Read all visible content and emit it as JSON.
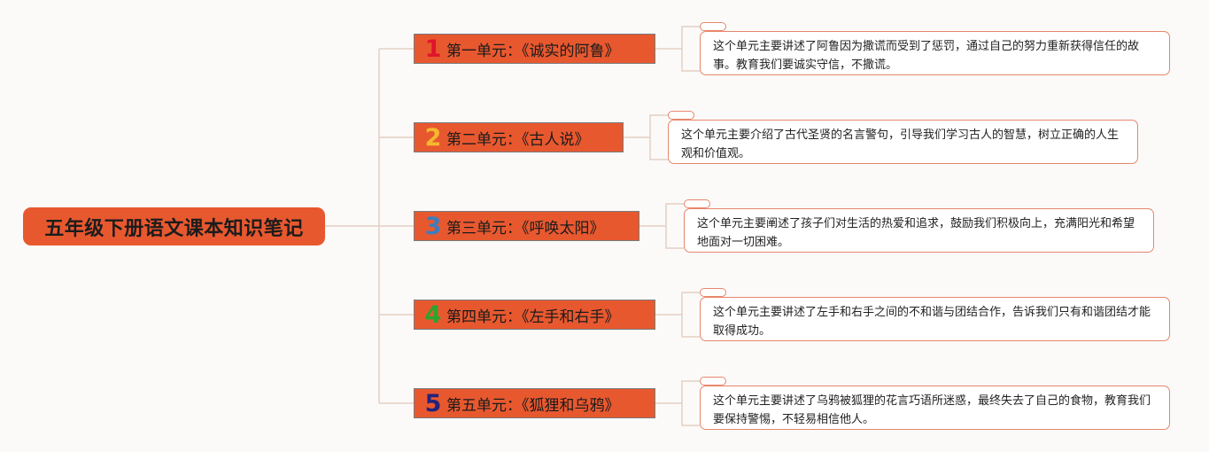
{
  "root": {
    "title": "五年级下册语文课本知识笔记"
  },
  "colors": {
    "node_fill": "#e8582f",
    "line": "#e4cfc2",
    "note_border": "#e8866c"
  },
  "units": [
    {
      "number": "1",
      "number_color": "#e0142b",
      "label": "第一单元：《诚实的阿鲁》",
      "note": "这个单元主要讲述了阿鲁因为撒谎而受到了惩罚，通过自己的努力重新获得信任的故事。教育我们要诚实守信，不撒谎。"
    },
    {
      "number": "2",
      "number_color": "#f5b82e",
      "label": "第二单元：《古人说》",
      "note": "这个单元主要介绍了古代圣贤的名言警句，引导我们学习古人的智慧，树立正确的人生观和价值观。"
    },
    {
      "number": "3",
      "number_color": "#3b7dbf",
      "label": "第三单元：《呼唤太阳》",
      "note": "这个单元主要阐述了孩子们对生活的热爱和追求，鼓励我们积极向上，充满阳光和希望地面对一切困难。"
    },
    {
      "number": "4",
      "number_color": "#2ea32e",
      "label": "第四单元：《左手和右手》",
      "note": "这个单元主要讲述了左手和右手之间的不和谐与团结合作，告诉我们只有和谐团结才能取得成功。"
    },
    {
      "number": "5",
      "number_color": "#23237a",
      "label": "第五单元：《狐狸和乌鸦》",
      "note": "这个单元主要讲述了乌鸦被狐狸的花言巧语所迷惑，最终失去了自己的食物，教育我们要保持警惕，不轻易相信他人。"
    }
  ]
}
